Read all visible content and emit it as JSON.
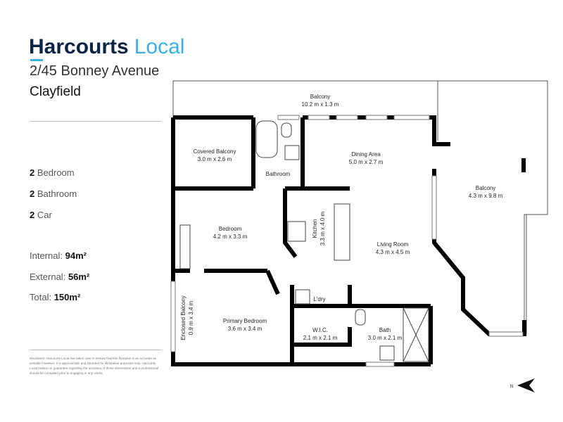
{
  "brand": {
    "name": "Harcourts",
    "suffix": "Local"
  },
  "property": {
    "address": "2/45 Bonney Avenue",
    "suburb": "Clayfield"
  },
  "features": [
    {
      "count": "2",
      "label": "Bedroom"
    },
    {
      "count": "2",
      "label": "Bathroom"
    },
    {
      "count": "2",
      "label": "Car"
    }
  ],
  "areas": [
    {
      "label": "Internal:",
      "value": "94m²"
    },
    {
      "label": "External:",
      "value": "56m²"
    },
    {
      "label": "Total:",
      "value": "150m²"
    }
  ],
  "disclaimer": "Disclaimer: Harcourts Local has taken care to ensure that this floorplan is as accurate as possible however, it is approximate and intended for illustrative purposes only. Harcourts Local makes no guarantee regarding the accuracy of these dimensions and a professional should be consulted prior to engaging in any works.",
  "rooms": {
    "balcony_top": {
      "name": "Balcony",
      "dim": "10.2 m x 1.3 m"
    },
    "covered_balcony": {
      "name": "Covered Balcony",
      "dim": "3.0 m x 2.6 m"
    },
    "bathroom": {
      "name": "Bathroom"
    },
    "dining": {
      "name": "Dining Area",
      "dim": "5.0 m x 2.7 m"
    },
    "balcony_right": {
      "name": "Balcony",
      "dim": "4.3 m x 9.8 m"
    },
    "bedroom": {
      "name": "Bedroom",
      "dim": "4.2 m x 3.3 m"
    },
    "kitchen": {
      "name": "Kitchen",
      "dim": "3.3 m x 4.0 m"
    },
    "living": {
      "name": "Living Room",
      "dim": "4.3 m x 4.5 m"
    },
    "laundry": {
      "name": "L'dry"
    },
    "enclosed_balcony": {
      "name": "Enclosed Balcony",
      "dim": "0.9 m x 3.4 m"
    },
    "primary_bedroom": {
      "name": "Primary Bedroom",
      "dim": "3.6 m x 3.4 m"
    },
    "wic": {
      "name": "W.I.C.",
      "dim": "2.1 m x 2.1 m"
    },
    "bath": {
      "name": "Bath",
      "dim": "3.0 m x 2.1 m"
    }
  },
  "compass": {
    "label": "N"
  }
}
